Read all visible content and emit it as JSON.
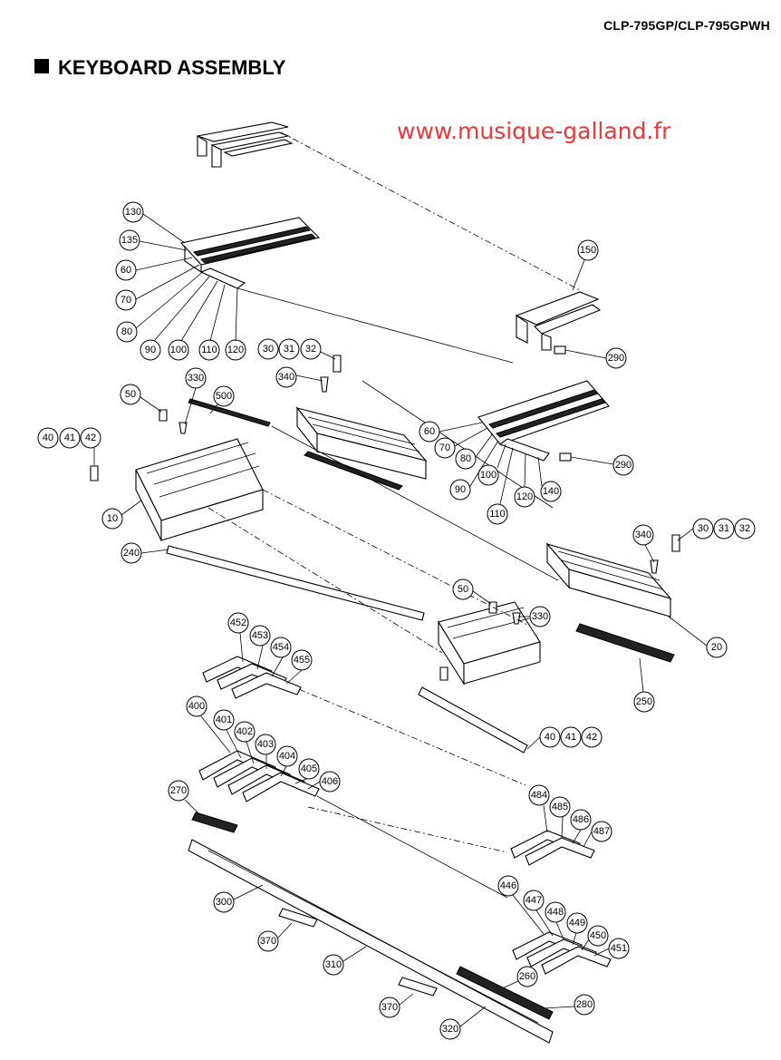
{
  "header": {
    "model": "CLP-795GP/CLP-795GPWH"
  },
  "section": {
    "title": "KEYBOARD ASSEMBLY"
  },
  "watermark": {
    "text": "www.musique-galland.fr"
  },
  "callouts": {
    "c130": "130",
    "c135": "135",
    "c60a": "60",
    "c70a": "70",
    "c80a": "80",
    "c90a": "90",
    "c100a": "100",
    "c110a": "110",
    "c120a": "120",
    "c150": "150",
    "c290a": "290",
    "c30a": "30",
    "c31a": "31",
    "c32a": "32",
    "c340a": "340",
    "c330a": "330",
    "c50a": "50",
    "c500": "500",
    "c40a": "40",
    "c41a": "41",
    "c42a": "42",
    "c10": "10",
    "c60b": "60",
    "c70b": "70",
    "c80b": "80",
    "c90b": "90",
    "c100b": "100",
    "c110b": "110",
    "c120b": "120",
    "c140": "140",
    "c290b": "290",
    "c240": "240",
    "c340b": "340",
    "c30b": "30",
    "c31b": "31",
    "c32b": "32",
    "c50b": "50",
    "c330b": "330",
    "c20": "20",
    "c452": "452",
    "c453": "453",
    "c454": "454",
    "c455": "455",
    "c250": "250",
    "c40b": "40",
    "c41b": "41",
    "c42b": "42",
    "c400": "400",
    "c401": "401",
    "c402": "402",
    "c403": "403",
    "c404": "404",
    "c405": "405",
    "c406": "406",
    "c270": "270",
    "c484": "484",
    "c485": "485",
    "c486": "486",
    "c487": "487",
    "c446": "446",
    "c447": "447",
    "c448": "448",
    "c449": "449",
    "c450": "450",
    "c451": "451",
    "c300": "300",
    "c370a": "370",
    "c310": "310",
    "c260": "260",
    "c370b": "370",
    "c280": "280",
    "c320": "320"
  }
}
